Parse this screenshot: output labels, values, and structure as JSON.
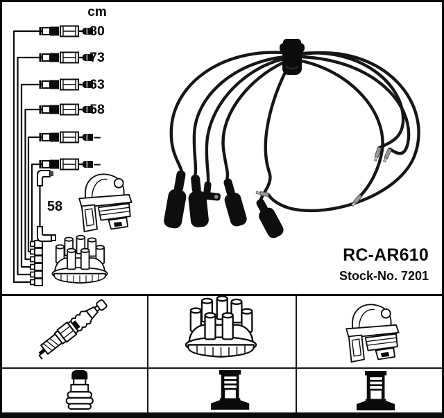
{
  "product": {
    "part_number": "RC-AR610",
    "stock_number": "Stock-No. 7201"
  },
  "measurements": {
    "unit": "cm",
    "cable_lengths": [
      "80",
      "73",
      "63",
      "58",
      "–",
      "–"
    ],
    "coil_wire_length": "58"
  },
  "legend": {
    "top_icons": [
      "spark-plug",
      "distributor-cap",
      "ignition-coil"
    ],
    "bottom_icons": [
      "sae-terminal",
      "din-terminal",
      "din-terminal"
    ]
  },
  "colors": {
    "background": "#ffffff",
    "line": "#0a0a0a",
    "wire": "#161616",
    "terminal_metal": "#9a9a9a"
  }
}
